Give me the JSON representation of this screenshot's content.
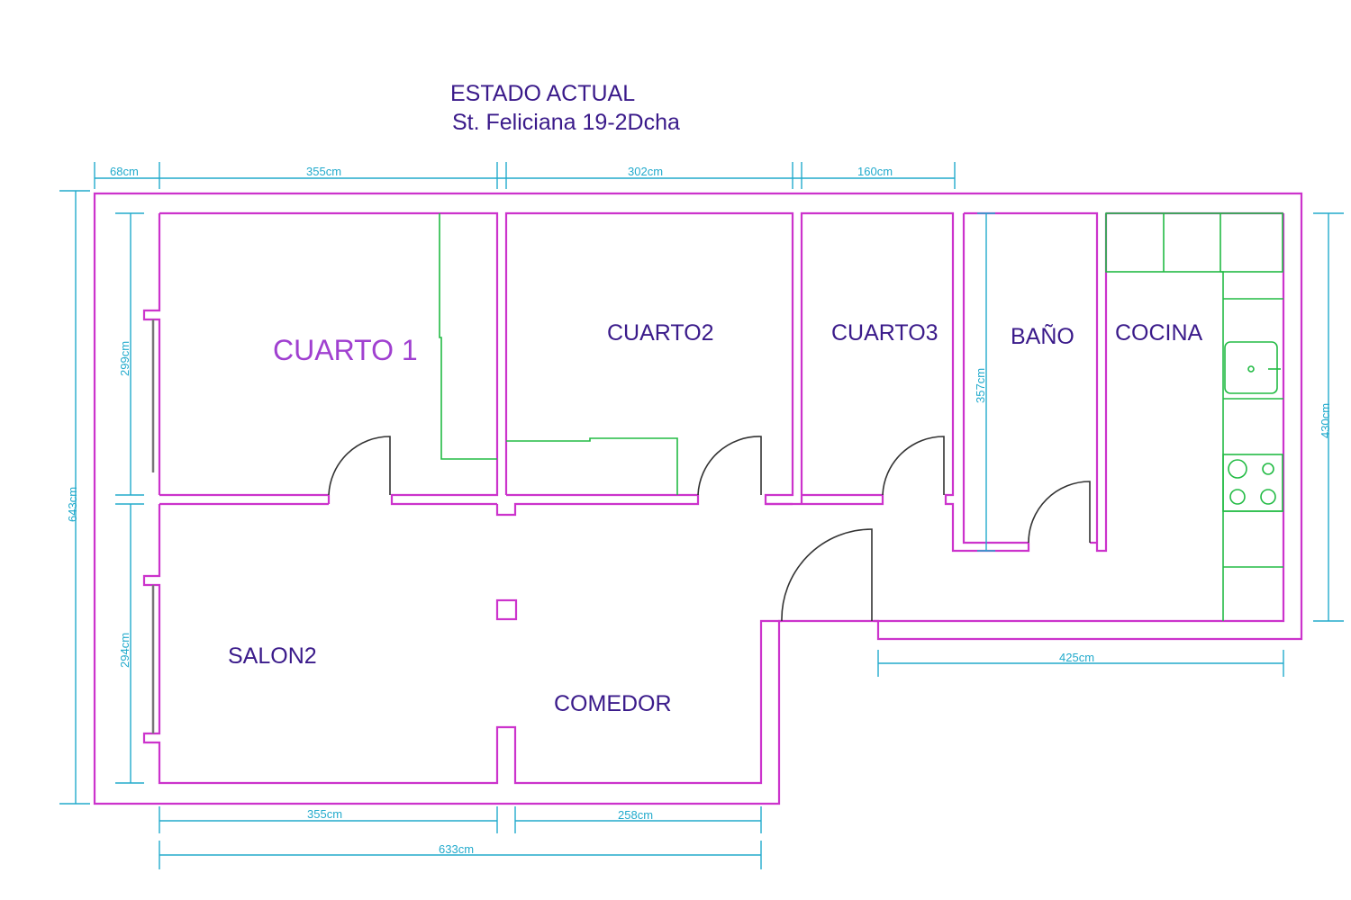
{
  "header": {
    "title": "ESTADO ACTUAL",
    "subtitle": "St. Feliciana 19-2Dcha"
  },
  "rooms": {
    "cuarto1": "CUARTO 1",
    "cuarto2": "CUARTO2",
    "cuarto3": "CUARTO3",
    "bano": "BAÑO",
    "cocina": "COCINA",
    "salon": "SALON2",
    "comedor": "COMEDOR"
  },
  "dimensions": {
    "top_68": "68cm",
    "top_355": "355cm",
    "top_302": "302cm",
    "top_160": "160cm",
    "left_643": "643cm",
    "left_299": "299cm",
    "left_294": "294cm",
    "bano_357": "357cm",
    "right_430": "430cm",
    "kitchen_425": "425cm",
    "bottom_355": "355cm",
    "bottom_258": "258cm",
    "bottom_633": "633cm"
  },
  "colors": {
    "walls": "#cc33cc",
    "furniture": "#22bb44",
    "dimensions": "#22aacc",
    "labels": "#3a1a8a",
    "accent_label": "#a040d0"
  }
}
